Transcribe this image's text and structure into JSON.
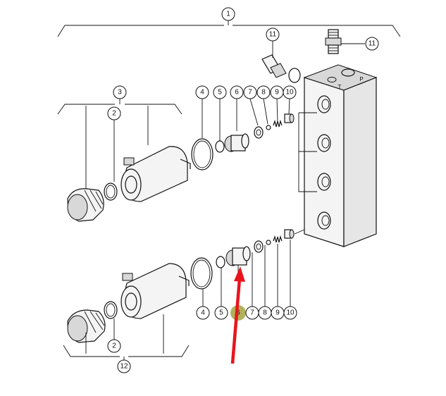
{
  "callouts": {
    "c1_top": "1",
    "c3_left": "3",
    "c2_top": "2",
    "c4_top": "4",
    "c5_top": "5",
    "c6_top": "6",
    "c7_top": "7",
    "c8_top": "8",
    "c9_top": "9",
    "c10_top": "10",
    "c11_left": "11",
    "c11_right": "11",
    "c4_bottom": "4",
    "c5_bottom": "5",
    "c6_bottom": "6",
    "c7_bottom": "7",
    "c8_bottom": "8",
    "c9_bottom": "9",
    "c10_bottom": "10",
    "c2_bottom": "2",
    "c12_bottom": "12"
  },
  "port_labels": {
    "port_t": "T",
    "port_p": "P"
  },
  "highlight": {
    "target_part": "6",
    "highlight_color": "#a8a84a",
    "arrow_color": "#e8141c"
  }
}
